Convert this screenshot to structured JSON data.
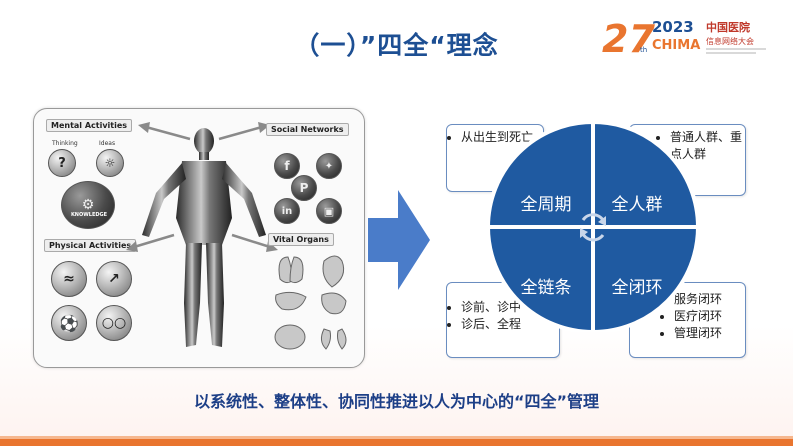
{
  "title": "（一）”四全“理念",
  "logo": {
    "year": "2023",
    "brand": "CHIMA",
    "cn_line1": "中国医院",
    "cn_line2": "信息网络大会",
    "numeral": "27",
    "numeral_suffix": "th"
  },
  "image_panel": {
    "categories": {
      "mental": "Mental Activities",
      "social": "Social Networks",
      "physical": "Physical Activities",
      "vital": "Vital Organs"
    },
    "sub_labels": {
      "thinking": "Thinking",
      "ideas": "Ideas",
      "knowledge": "KNOWLEDGE"
    }
  },
  "quadrants": {
    "top_left": "全周期",
    "top_right": "全人群",
    "bottom_left": "全链条",
    "bottom_right": "全闭环"
  },
  "notes": {
    "top_left": [
      "从出生到死亡"
    ],
    "top_right": [
      "普通人群、重点人群"
    ],
    "bottom_left": [
      "诊前、诊中",
      "诊后、全程"
    ],
    "bottom_right": [
      "服务闭环",
      "医疗闭环",
      "管理闭环"
    ]
  },
  "caption": "以系统性、整体性、协同性推进以人为中心的“四全”管理",
  "colors": {
    "primary": "#1d4f93",
    "circle": "#1f5aa1",
    "accent_orange": "#e9752f"
  }
}
